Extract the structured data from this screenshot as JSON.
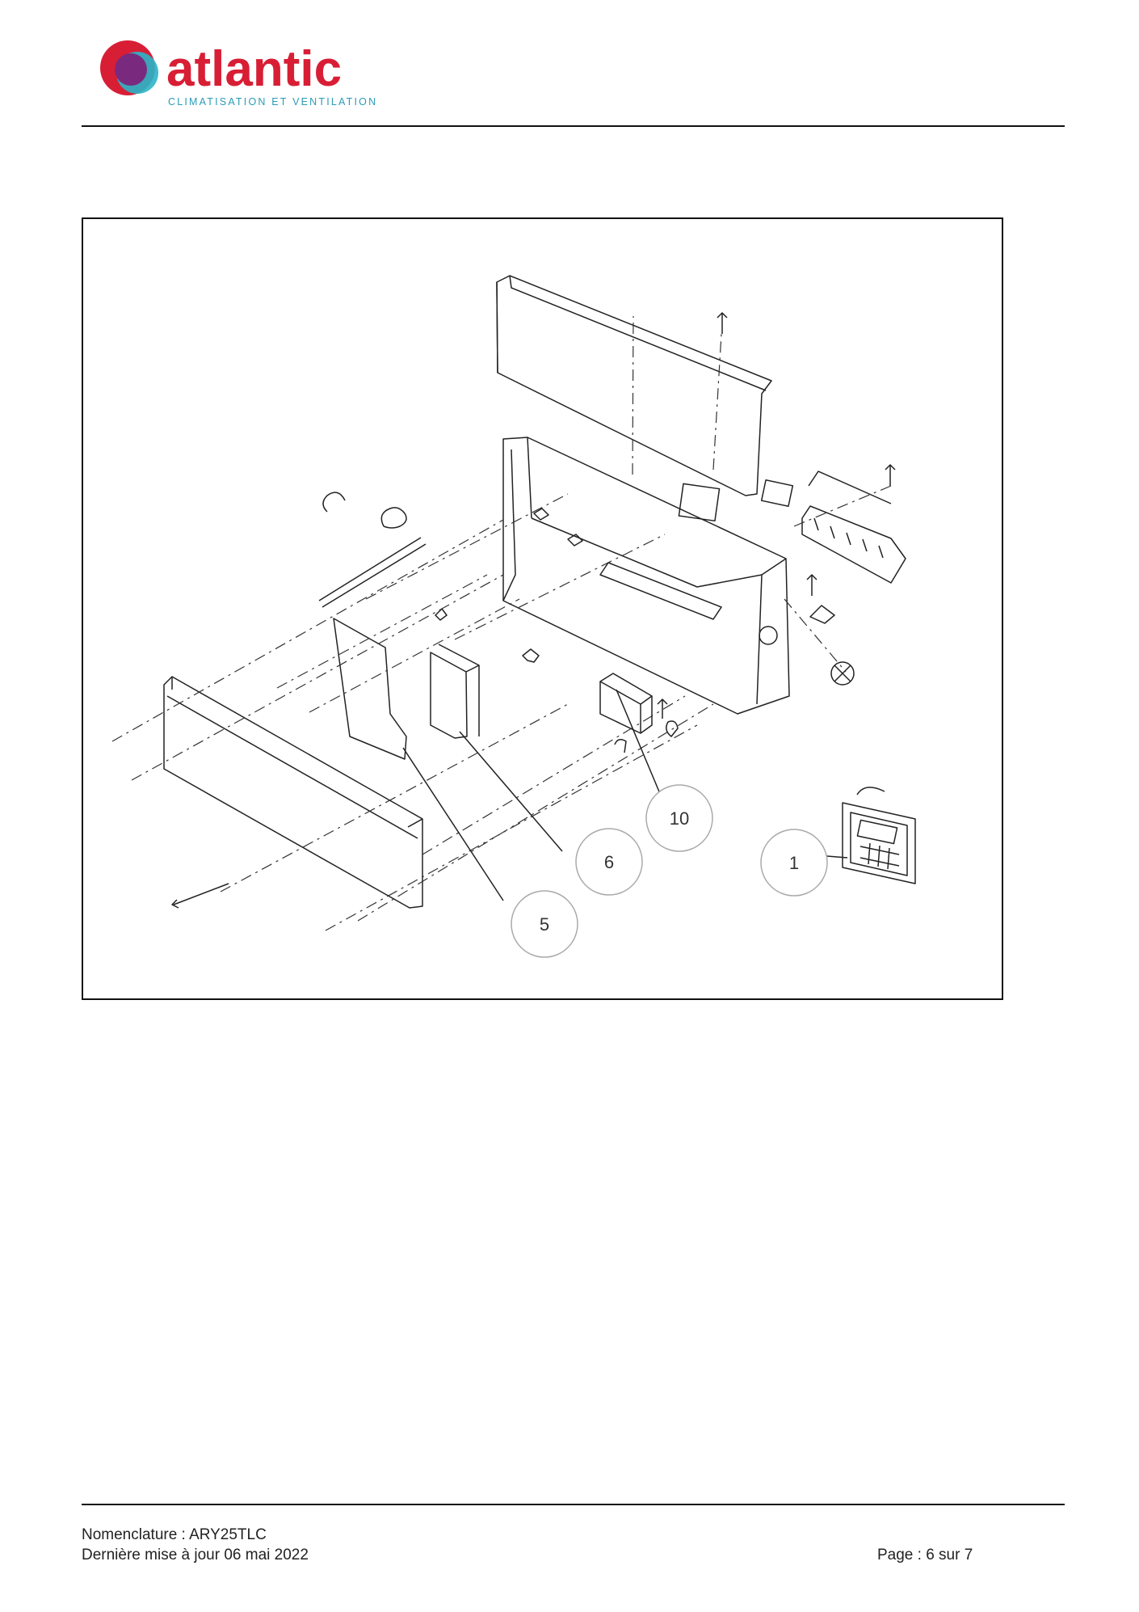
{
  "header": {
    "brand_name": "atlantic",
    "brand_tagline": "CLIMATISATION ET VENTILATION",
    "brand_colors": {
      "red": "#d81e35",
      "purple": "#7a2a7e",
      "teal": "#2ab5c8",
      "tagline": "#2a9bb6"
    }
  },
  "figure": {
    "callouts": [
      {
        "id": "part-10",
        "label": "10"
      },
      {
        "id": "part-6",
        "label": "6"
      },
      {
        "id": "part-1",
        "label": "1"
      },
      {
        "id": "part-5",
        "label": "5"
      }
    ]
  },
  "footer": {
    "nomenclature": "Nomenclature : ARY25TLC",
    "updated": "Dernière mise à jour 06 mai 2022",
    "page": "Page : 6 sur 7"
  }
}
